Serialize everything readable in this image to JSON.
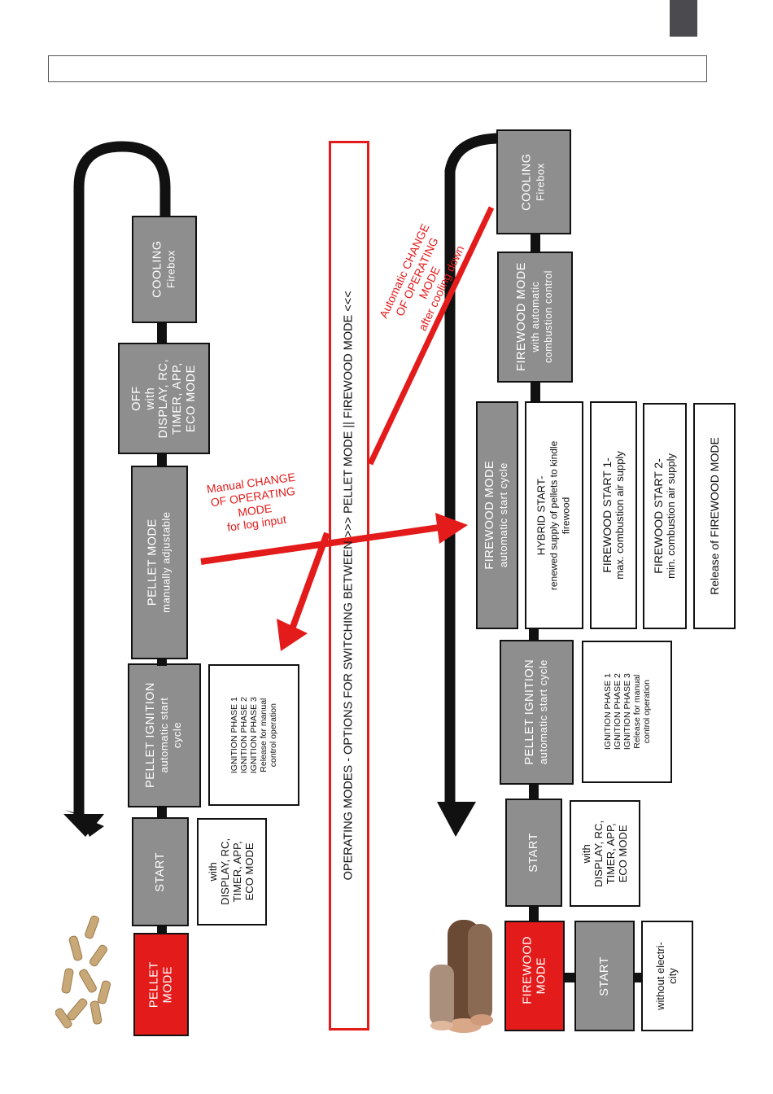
{
  "header_title": "",
  "banner": "OPERATING MODES - OPTIONS FOR SWITCHING BETWEEN >>> PELLET MODE || FIREWOOD MODE <<<",
  "pellet_column": {
    "mode_label": "PELLET MODE",
    "start": "START",
    "start_note": [
      "with",
      "DISPLAY, RC,",
      "TIMER, APP,",
      "ECO MODE"
    ],
    "ignition": [
      "PELLET IGNITION",
      "automatic start",
      "cycle"
    ],
    "ignition_note": [
      "IGNITION PHASE 1",
      "IGNITION PHASE 2",
      "IGNITION PHASE 3",
      "Release for manual",
      "control operation"
    ],
    "pellet_mode": [
      "PELLET MODE",
      "manually adjustable"
    ],
    "off": [
      "OFF",
      "with",
      "DISPLAY, RC,",
      "TIMER, APP,",
      "ECO MODE"
    ],
    "cooling": [
      "COOLING",
      "Firebox"
    ]
  },
  "firewood_column": {
    "mode_label": "FIREWOOD MODE",
    "start_no_power": "START",
    "start_no_power_note": [
      "without electri-",
      "city"
    ],
    "start": "START",
    "start_note": [
      "with",
      "DISPLAY, RC,",
      "TIMER, APP,",
      "ECO MODE"
    ],
    "ignition": [
      "PELLET IGNITION",
      "automatic start cycle"
    ],
    "ignition_note": [
      "IGNITION PHASE 1",
      "IGNITION PHASE 2",
      "IGNITION PHASE 3",
      "Release for manual",
      "control operation"
    ],
    "firewood_start_cycle": [
      "FIREWOOD MODE",
      "automatic start cycle"
    ],
    "hybrid": [
      "HYBRID START-",
      "renewed supply of pellets to kindle",
      "firewood"
    ],
    "start1": [
      "FIREWOOD START 1-",
      "max. combustion air supply"
    ],
    "start2": [
      "FIREWOOD START 2-",
      "min. combustion air supply"
    ],
    "release": "Release of FIREWOOD MODE",
    "firewood_auto": [
      "FIREWOOD MODE",
      "with automatic",
      "combustion control"
    ],
    "cooling": [
      "COOLING",
      "Firebox"
    ]
  },
  "annotations": {
    "manual_change": [
      "Manual CHANGE",
      "OF OPERATING",
      "MODE",
      "for log input"
    ],
    "automatic_change": [
      "Automatic CHANGE",
      "OF OPERATING",
      "MODE",
      "after cooling down"
    ]
  },
  "colors": {
    "red": "#e31b1b",
    "grey": "#8e8e8e",
    "black": "#111111"
  },
  "icons": [
    "pellets-image",
    "firewood-logs-image"
  ]
}
